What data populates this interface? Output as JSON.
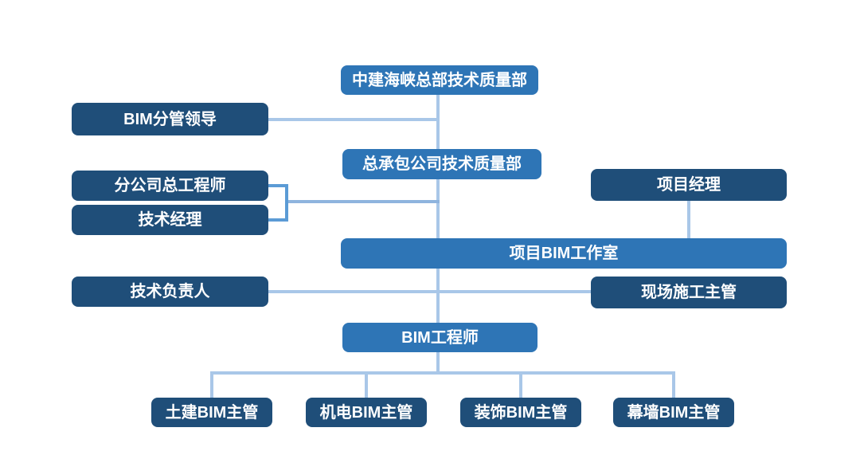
{
  "diagram": {
    "type": "org-chart",
    "colors": {
      "dark_box": "#1F4E79",
      "medium_box": "#2E75B6",
      "connector_light": "#A9C7E8",
      "connector_medium": "#5B9BD5",
      "connector_mid": "#8FB4DE",
      "text": "#FFFFFF",
      "background": "#FFFFFF"
    },
    "nodes": {
      "hq": {
        "label": "中建海峡总部技术质量部"
      },
      "bim_leader": {
        "label": "BIM分管领导"
      },
      "gc_dept": {
        "label": "总承包公司技术质量部"
      },
      "branch_chief_engineer": {
        "label": "分公司总工程师"
      },
      "tech_manager": {
        "label": "技术经理"
      },
      "project_manager": {
        "label": "项目经理"
      },
      "bim_studio": {
        "label": "项目BIM工作室"
      },
      "tech_lead": {
        "label": "技术负责人"
      },
      "site_supervisor": {
        "label": "现场施工主管"
      },
      "bim_engineer": {
        "label": "BIM工程师"
      },
      "civil_bim": {
        "label": "土建BIM主管"
      },
      "mep_bim": {
        "label": "机电BIM主管"
      },
      "deco_bim": {
        "label": "装饰BIM主管"
      },
      "curtain_bim": {
        "label": "幕墙BIM主管"
      }
    },
    "edges": [
      {
        "from": "hq",
        "to": "gc_dept"
      },
      {
        "from": "bim_leader",
        "to": "hq"
      },
      {
        "from": "gc_dept",
        "to": "bim_studio"
      },
      {
        "from": "branch_chief_engineer",
        "to": "gc_dept"
      },
      {
        "from": "tech_manager",
        "to": "gc_dept"
      },
      {
        "from": "project_manager",
        "to": "bim_studio"
      },
      {
        "from": "bim_studio",
        "to": "bim_engineer"
      },
      {
        "from": "tech_lead",
        "to": "site_supervisor"
      },
      {
        "from": "bim_engineer",
        "to": "civil_bim"
      },
      {
        "from": "bim_engineer",
        "to": "mep_bim"
      },
      {
        "from": "bim_engineer",
        "to": "deco_bim"
      },
      {
        "from": "bim_engineer",
        "to": "curtain_bim"
      }
    ]
  }
}
